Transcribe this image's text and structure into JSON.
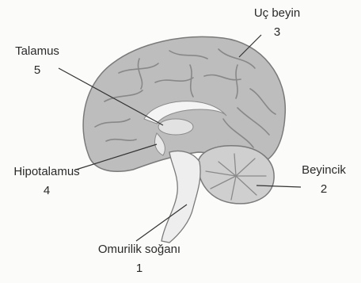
{
  "labels": {
    "talamus": {
      "name": "Talamus",
      "number": "5"
    },
    "uc_beyin": {
      "name": "Uç beyin",
      "number": "3"
    },
    "hipotalamus": {
      "name": "Hipotalamus",
      "number": "4"
    },
    "beyincik": {
      "name": "Beyincik",
      "number": "2"
    },
    "omurilik_sogani": {
      "name": "Omurilik soğanı",
      "number": "1"
    }
  }
}
